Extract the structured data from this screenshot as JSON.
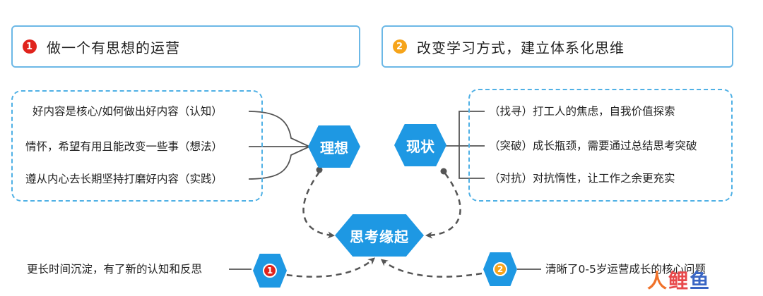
{
  "top_boxes": [
    {
      "number": "1",
      "title": "做一个有思想的运营",
      "badge_color": "#e0231c"
    },
    {
      "number": "2",
      "title": "改变学习方式，建立体系化思维",
      "badge_color": "#f6a41a"
    }
  ],
  "ideal": {
    "label": "理想",
    "items": [
      "好内容是核心/如何做出好内容（认知）",
      "情怀，希望有用且能改变一些事（想法）",
      "遵从内心去长期坚持打磨好内容（实践）"
    ]
  },
  "reality": {
    "label": "现状",
    "items": [
      "（找寻）打工人的焦虑，自我价值探索",
      "（突破）成长瓶颈，需要通过总结思考突破",
      "（对抗）对抗惰性，让工作之余更充实"
    ]
  },
  "center": {
    "label": "思考缘起"
  },
  "bottom": {
    "left_text": "更长时间沉淀，有了新的认知和反思",
    "left_number": "1",
    "right_text": "清晰了0-5岁运营成长的核心问题",
    "right_number": "2"
  },
  "watermark": {
    "part1": "人",
    "part2": "鲤",
    "part3": "鱼"
  },
  "colors": {
    "accent": "#1e98e3",
    "border": "#4fb0e5",
    "connector": "#555555"
  }
}
